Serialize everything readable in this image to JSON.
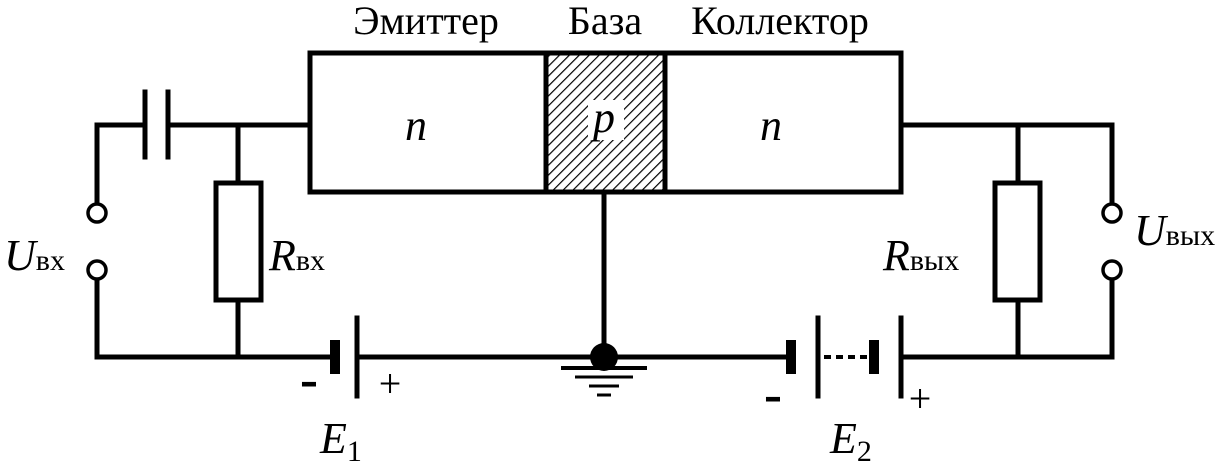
{
  "colors": {
    "line": "#000000",
    "background": "#ffffff"
  },
  "regions": {
    "emitter_label": "Эмиттер",
    "base_label": "База",
    "collector_label": "Коллектор",
    "emitter_type": "n",
    "base_type": "p",
    "collector_type": "n"
  },
  "input": {
    "voltage_symbol": "U",
    "voltage_sub": "вх",
    "resistor_symbol": "R",
    "resistor_sub": "вх"
  },
  "output": {
    "voltage_symbol": "U",
    "voltage_sub": "вых",
    "resistor_symbol": "R",
    "resistor_sub": "вых"
  },
  "sources": {
    "e1_symbol": "E",
    "e1_sub": "1",
    "e1_minus": "-",
    "e1_plus": "+",
    "e2_symbol": "E",
    "e2_sub": "2",
    "e2_minus": "-",
    "e2_plus": "+"
  },
  "icons": {
    "ground": "ground-icon",
    "capacitor": "capacitor-icon",
    "battery": "battery-icon",
    "resistor": "resistor-icon"
  }
}
